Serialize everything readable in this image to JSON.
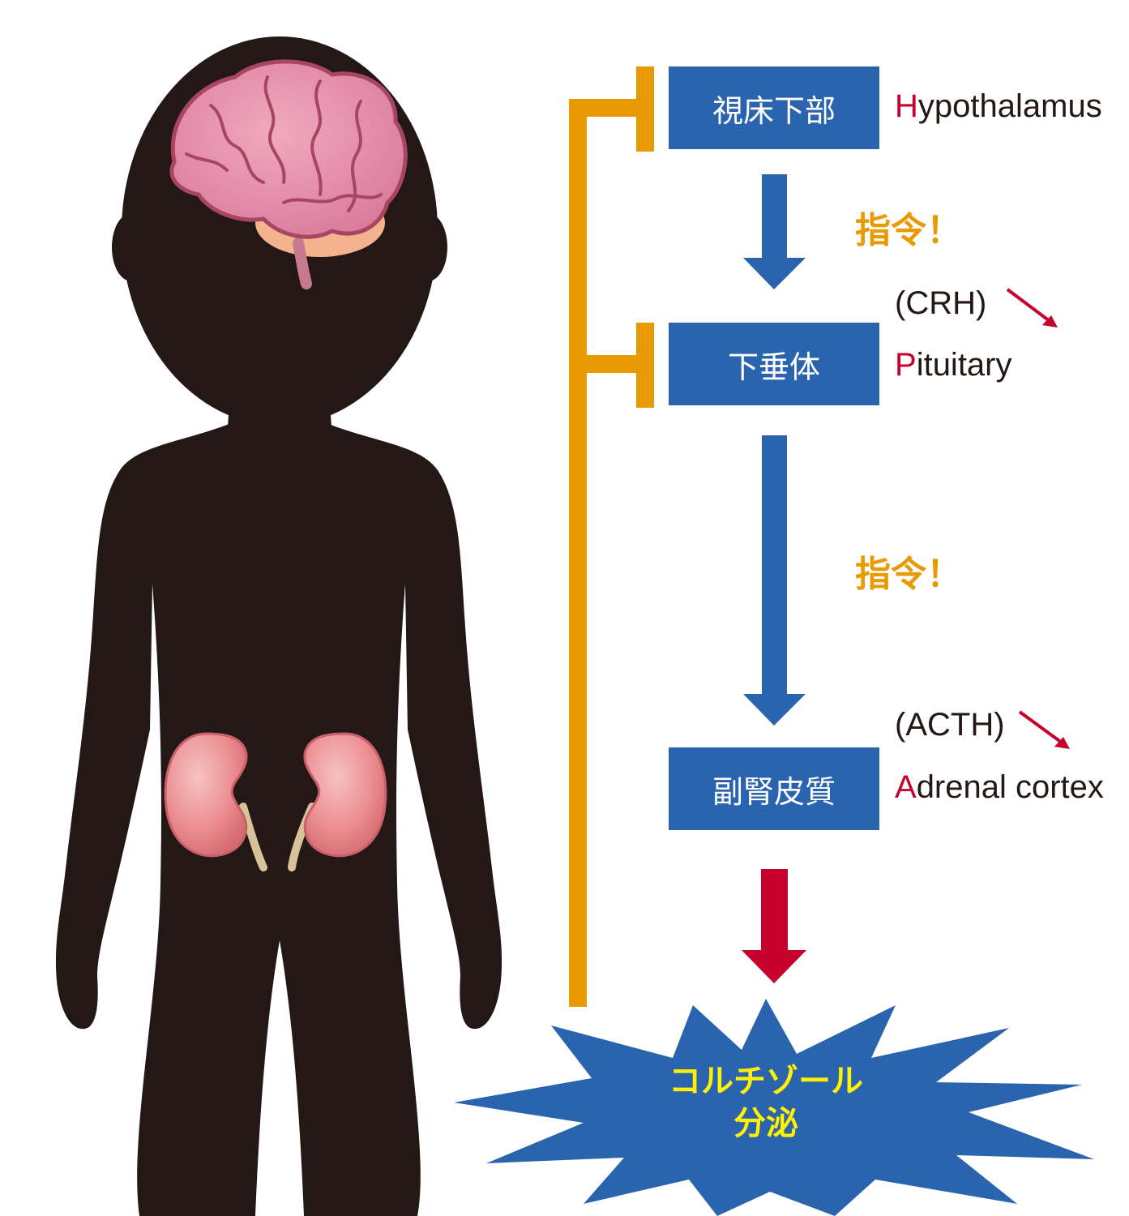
{
  "nodes": {
    "hypothalamus": {
      "jp": "視床下部",
      "en_initial": "H",
      "en_rest": "ypothalamus"
    },
    "pituitary": {
      "jp": "下垂体",
      "en_initial": "P",
      "en_rest": "ituitary"
    },
    "adrenal": {
      "jp": "副腎皮質",
      "en_initial": "A",
      "en_rest": "drenal cortex"
    }
  },
  "commands": {
    "first": "指令！",
    "second": "指令！"
  },
  "hormones": {
    "crh": "(CRH)",
    "acth": "(ACTH)"
  },
  "result": {
    "line1": "コルチゾール",
    "line2": "分泌"
  },
  "colors": {
    "box_blue": "#2b64ae",
    "feedback_orange": "#e89a00",
    "arrow_red": "#c8002d",
    "silhouette": "#231815",
    "burst_text": "#fff100"
  }
}
